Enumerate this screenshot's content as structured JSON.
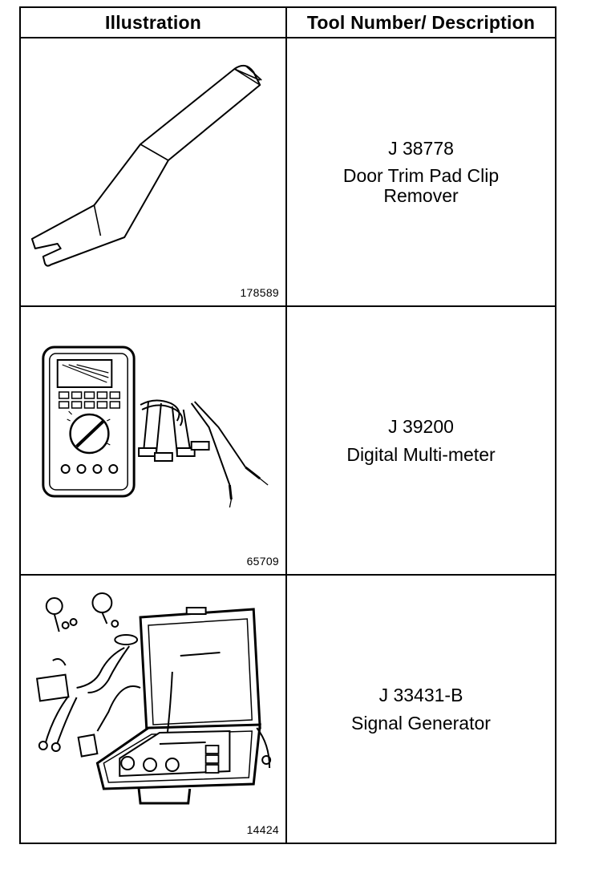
{
  "table": {
    "headers": {
      "illustration": "Illustration",
      "description": "Tool Number/ Description"
    },
    "rows": [
      {
        "figure_number": "178589",
        "tool_number": "J 38778",
        "tool_name": "Door Trim Pad Clip\nRemover",
        "icon": "clip-remover-icon"
      },
      {
        "figure_number": "65709",
        "tool_number": "J 39200",
        "tool_name": "Digital Multi-meter",
        "icon": "multimeter-icon"
      },
      {
        "figure_number": "14424",
        "tool_number": "J 33431-B",
        "tool_name": "Signal Generator",
        "icon": "signal-generator-icon"
      }
    ]
  }
}
